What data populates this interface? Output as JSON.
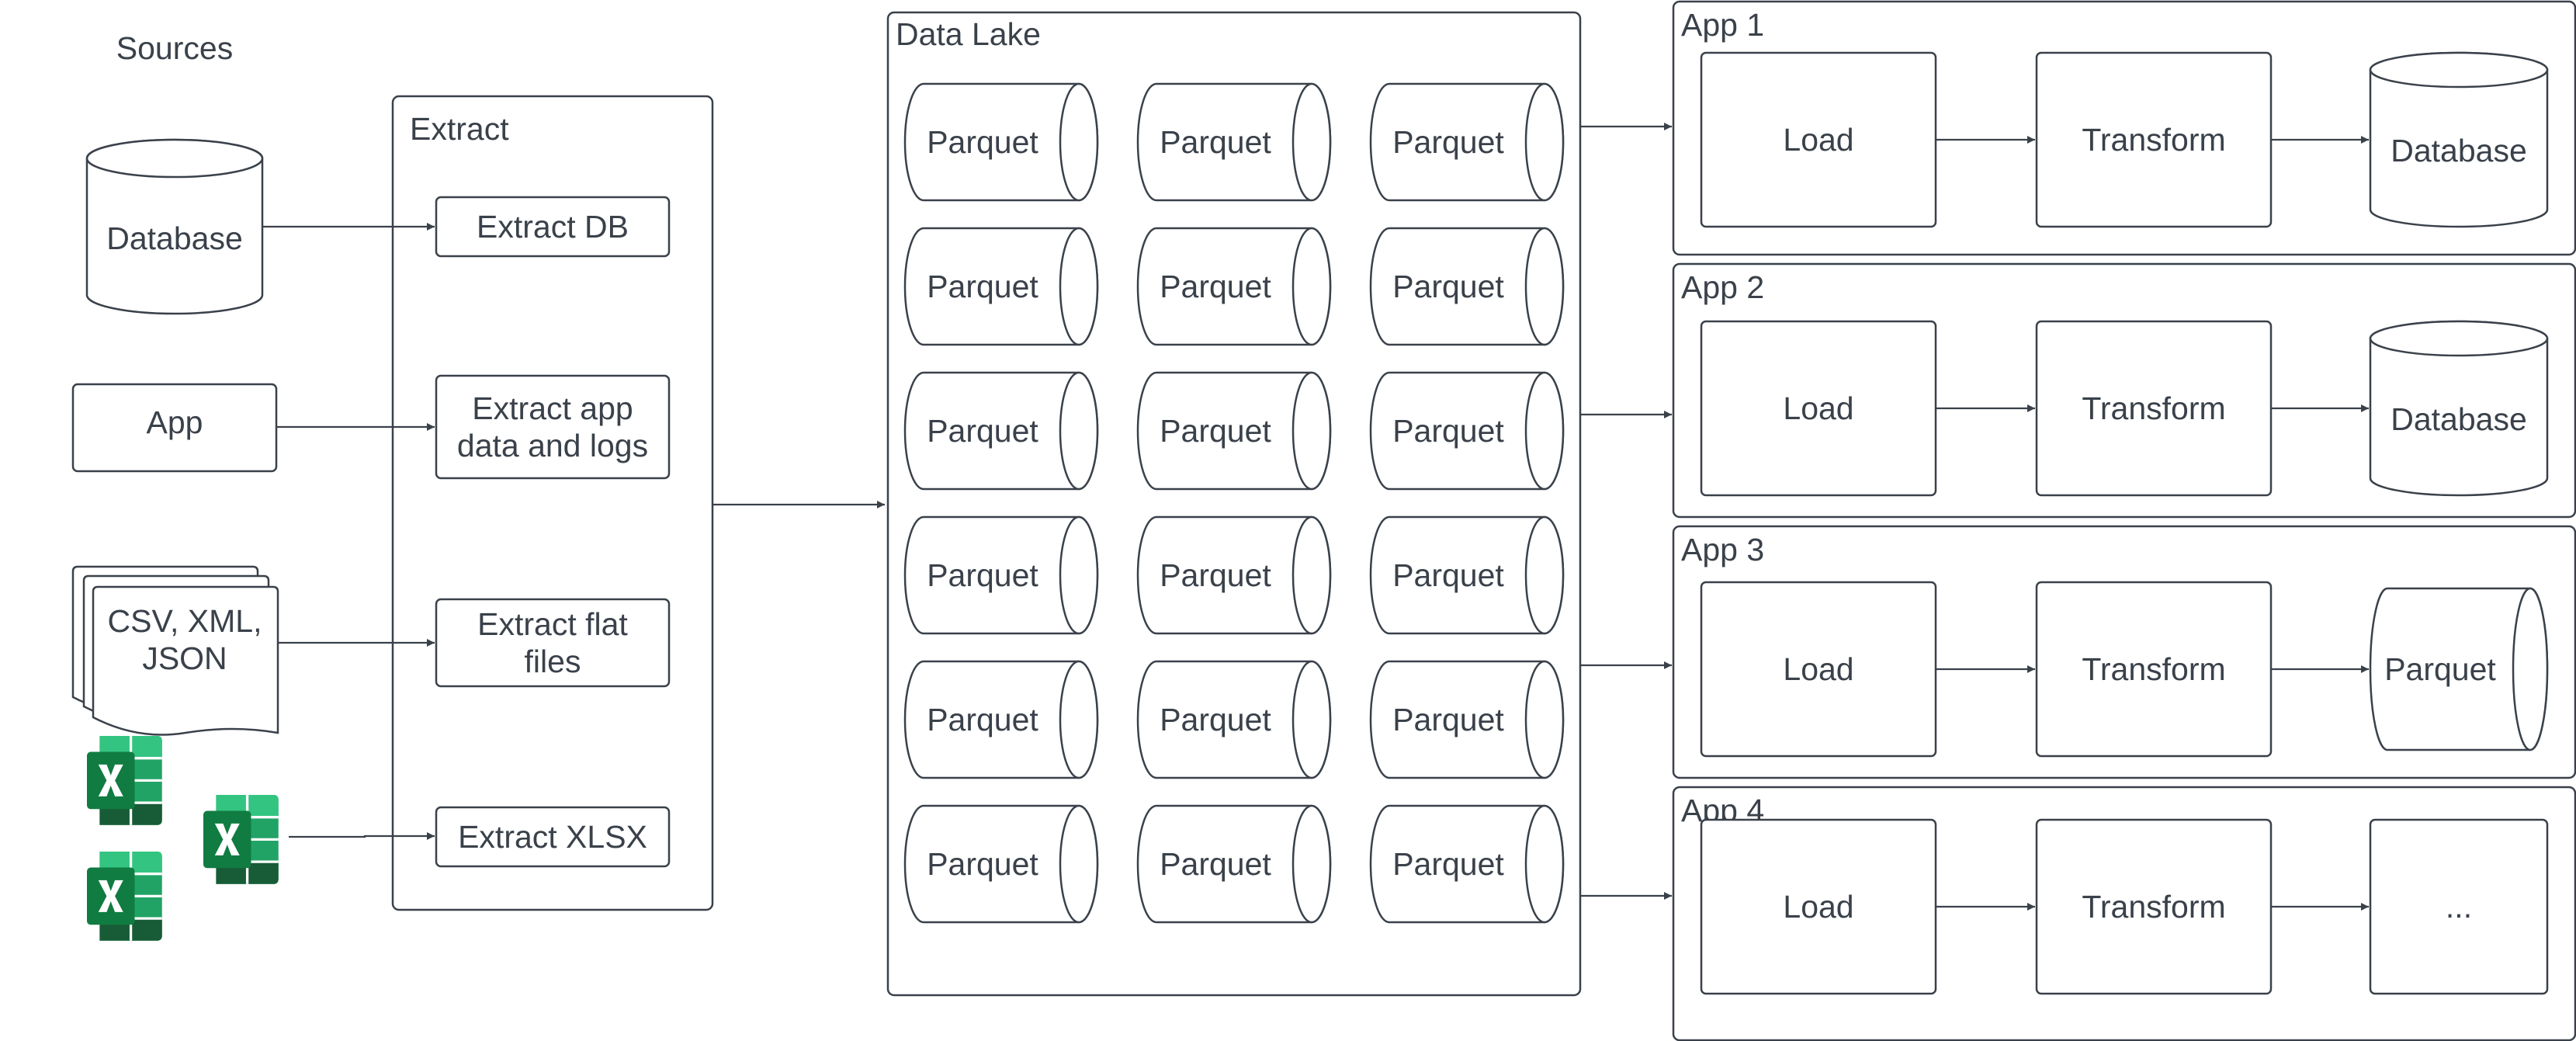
{
  "sources": {
    "title": "Sources",
    "database": "Database",
    "app": "App",
    "files": [
      "CSV, XML,",
      "JSON"
    ],
    "excel_icon": "excel-icon"
  },
  "extract": {
    "title": "Extract",
    "steps": [
      {
        "lines": [
          "Extract DB"
        ]
      },
      {
        "lines": [
          "Extract app",
          "data and logs"
        ]
      },
      {
        "lines": [
          "Extract flat",
          "files"
        ]
      },
      {
        "lines": [
          "Extract XLSX"
        ]
      }
    ]
  },
  "data_lake": {
    "title": "Data Lake",
    "item_label": "Parquet",
    "rows": 6,
    "columns": 3
  },
  "apps": [
    {
      "title": "App 1",
      "load": "Load",
      "transform": "Transform",
      "target": "Database",
      "target_type": "database"
    },
    {
      "title": "App 2",
      "load": "Load",
      "transform": "Transform",
      "target": "Database",
      "target_type": "database"
    },
    {
      "title": "App 3",
      "load": "Load",
      "transform": "Transform",
      "target": "Parquet",
      "target_type": "parquet"
    },
    {
      "title": "App 4",
      "load": "Load",
      "transform": "Transform",
      "target": "...",
      "target_type": "box"
    }
  ],
  "colors": {
    "stroke": "#3a414a",
    "text": "#3a414a",
    "excel_dark": "#185c37",
    "excel_mid": "#21a366",
    "excel_light": "#33c481",
    "excel_badge": "#107c41"
  }
}
